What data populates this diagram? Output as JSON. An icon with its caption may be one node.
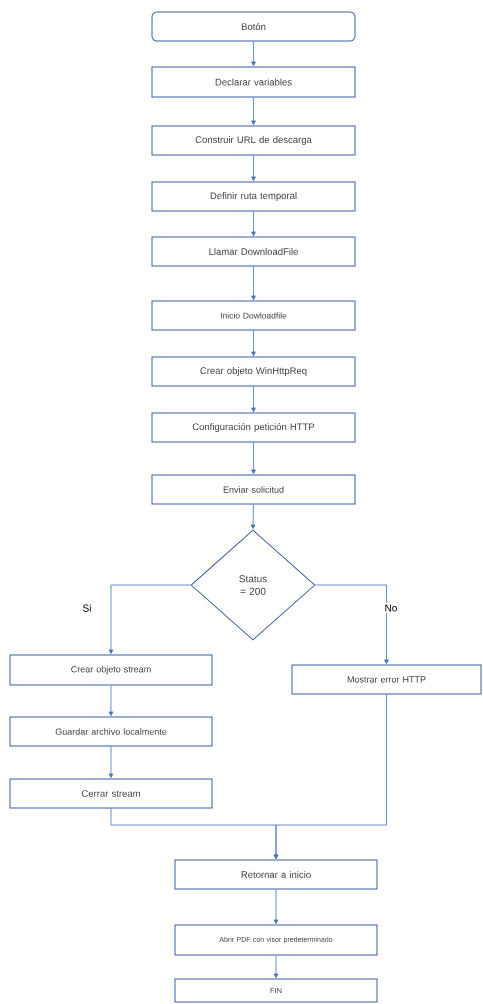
{
  "diagram": {
    "nodes": [
      {
        "text": [
          "Botón"
        ]
      },
      {
        "text": [
          "Declarar variables"
        ]
      },
      {
        "text": [
          "Construir URL de descarga"
        ]
      },
      {
        "text": [
          "Definir ruta temporal"
        ]
      },
      {
        "text": [
          "Llamar DownloadFile"
        ]
      },
      {
        "text": [
          "Inicio Dowloadfile"
        ]
      },
      {
        "text": [
          "Crear objeto WinHttpReq"
        ]
      },
      {
        "text": [
          "Configuración petición HTTP"
        ]
      },
      {
        "text": [
          "Enviar solicitud"
        ]
      },
      {
        "text": [
          "Status = 200"
        ]
      },
      {
        "text": [
          "Crear objeto stream"
        ]
      },
      {
        "text": [
          "Guardar archivo localmente"
        ]
      },
      {
        "text": [
          "Cerrar stream"
        ]
      },
      {
        "text": [
          "Mostrar error HTTP"
        ]
      },
      {
        "text": [
          "Retornar a inicio"
        ]
      },
      {
        "text": [
          "Abrir PDF con visor predeterminado"
        ]
      },
      {
        "text": [
          "FIN"
        ]
      }
    ],
    "edges": [
      {
        "from": 0,
        "to": 1,
        "arrow": "to"
      },
      {
        "from": 1,
        "to": 2,
        "arrow": "to"
      },
      {
        "from": 2,
        "to": 3,
        "arrow": "to"
      },
      {
        "from": 3,
        "to": 4,
        "arrow": "to"
      },
      {
        "from": 4,
        "to": 5,
        "arrow": "to"
      },
      {
        "from": 5,
        "to": 6,
        "arrow": "to"
      },
      {
        "from": 6,
        "to": 7,
        "arrow": "to"
      },
      {
        "from": 7,
        "to": 8,
        "arrow": "to"
      },
      {
        "from": 8,
        "to": 9,
        "arrow": "to"
      },
      {
        "from": 9,
        "to": 10,
        "arrow": "to",
        "label": "Si"
      },
      {
        "from": 9,
        "to": 13,
        "arrow": "to",
        "label": "No"
      },
      {
        "from": 10,
        "to": 11,
        "arrow": "to"
      },
      {
        "from": 11,
        "to": 12,
        "arrow": "to"
      },
      {
        "from": 12,
        "to": 14,
        "arrow": "to"
      },
      {
        "from": 13,
        "to": 14,
        "arrow": "to"
      },
      {
        "from": 14,
        "to": 15,
        "arrow": "to"
      },
      {
        "from": 15,
        "to": 16,
        "arrow": "to"
      }
    ]
  }
}
